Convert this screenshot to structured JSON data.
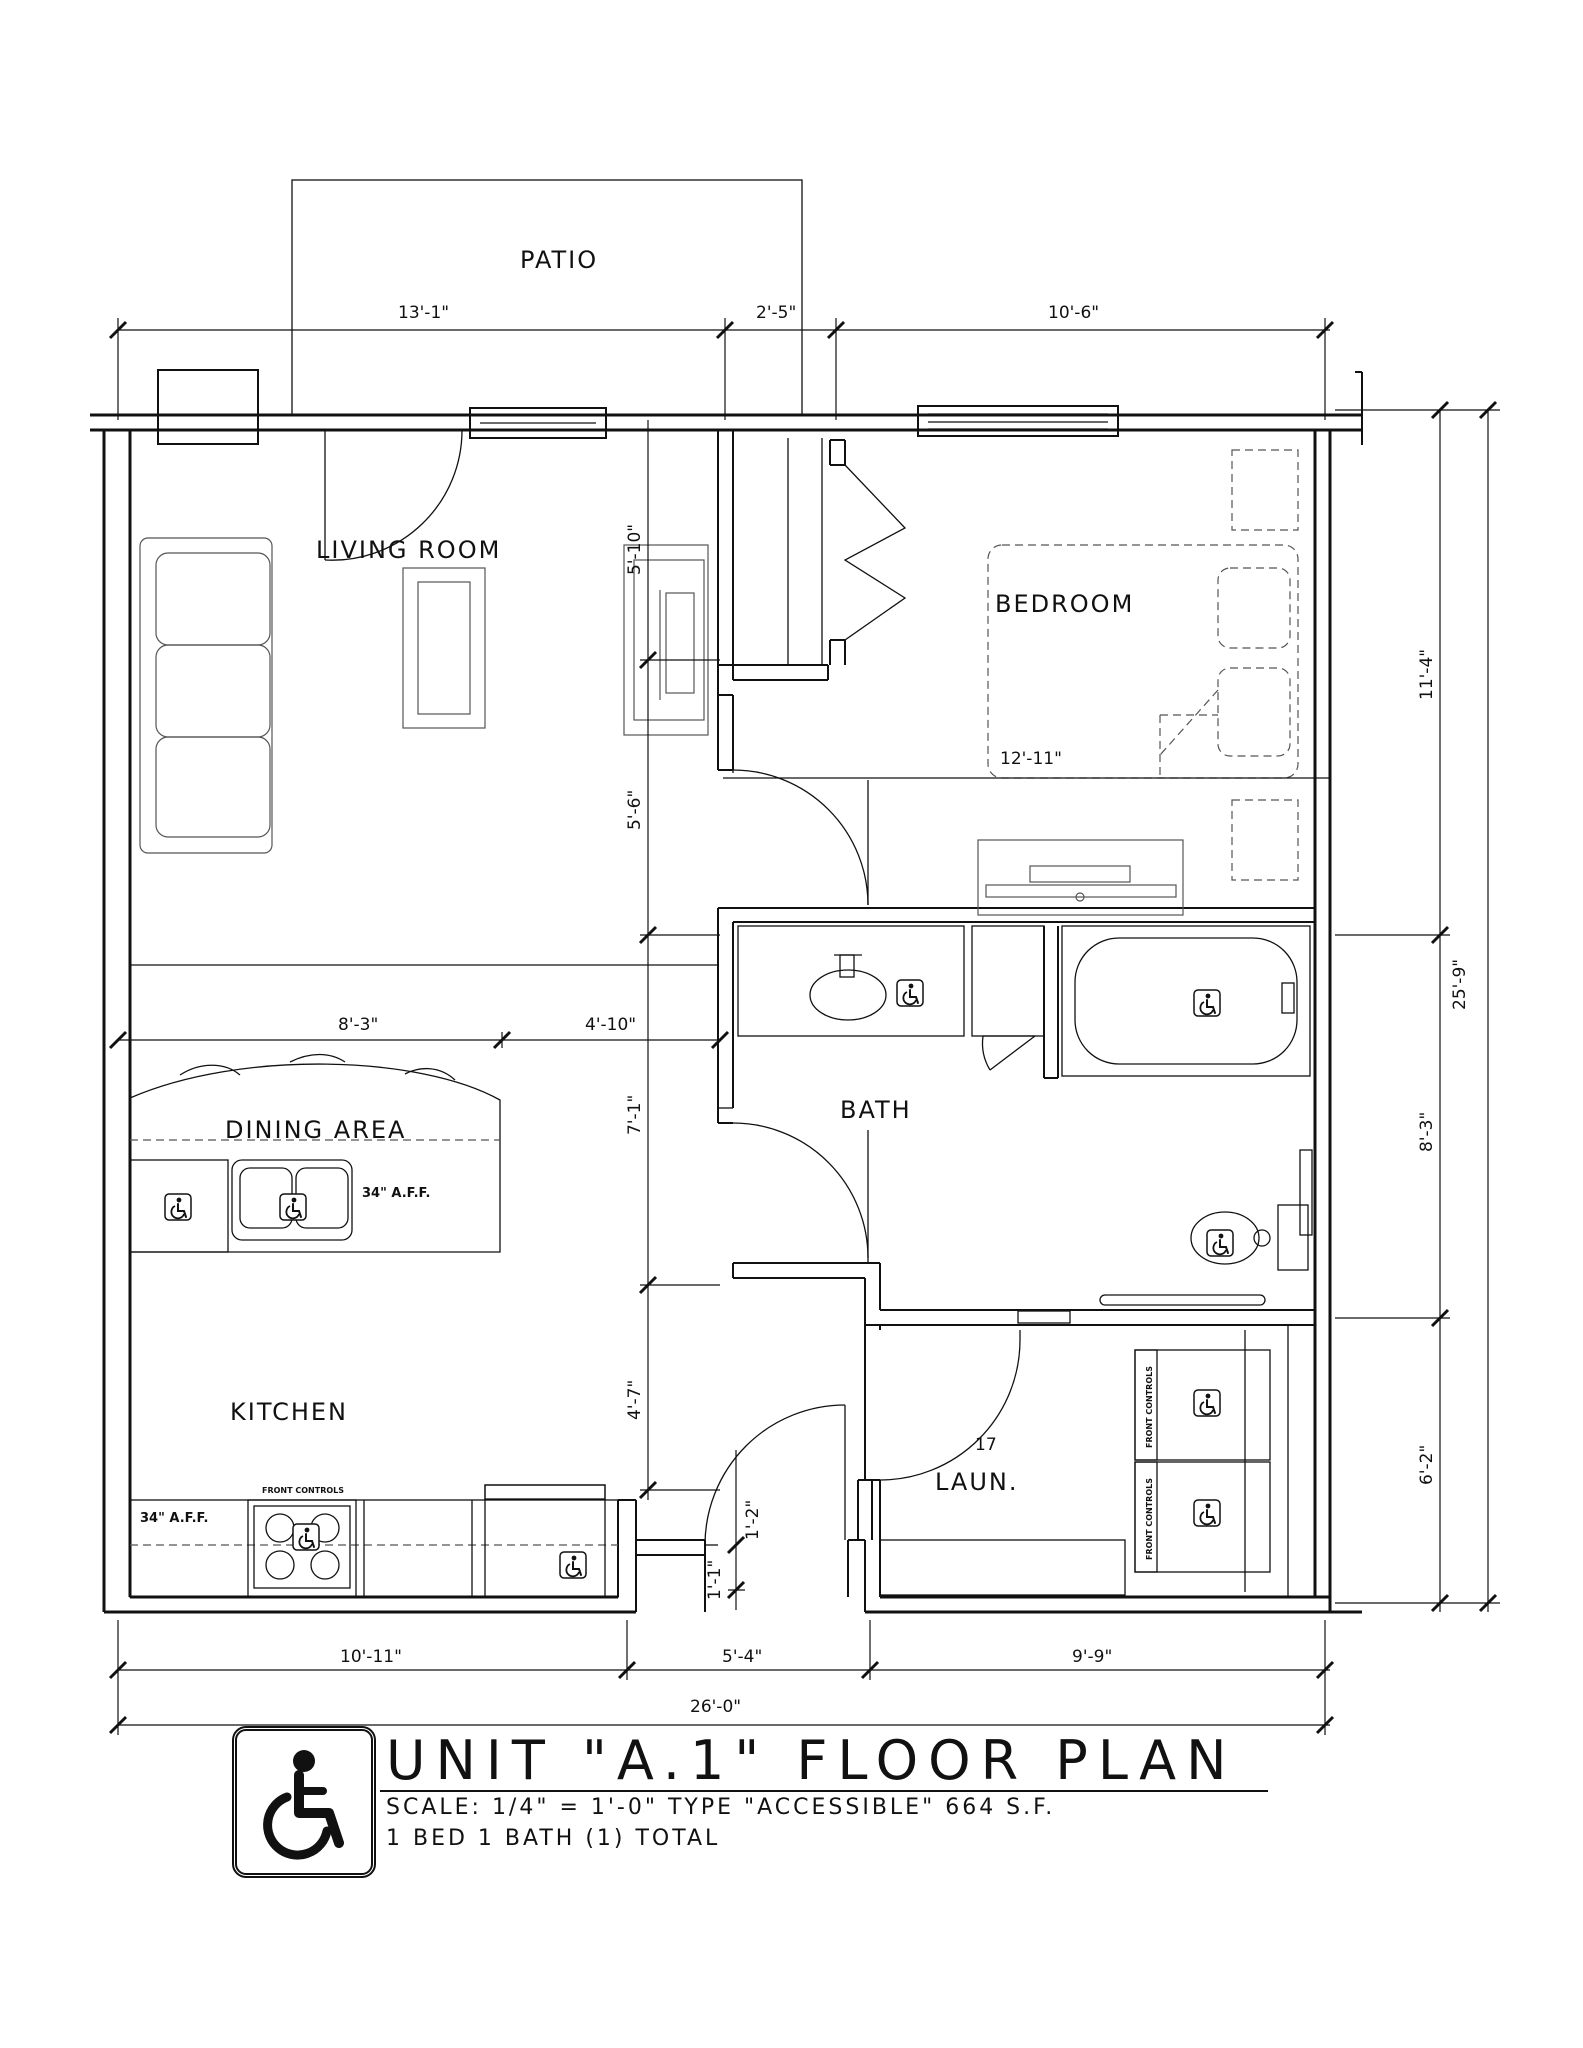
{
  "rooms": {
    "patio": "PATIO",
    "living_room": "LIVING ROOM",
    "bedroom": "BEDROOM",
    "dining_area": "DINING AREA",
    "bath": "BATH",
    "kitchen": "KITCHEN",
    "laundry": "LAUN."
  },
  "dimensions": {
    "top_left": "13'-1\"",
    "top_mid": "2'-5\"",
    "top_right": "10'-6\"",
    "right_total": "25'-9\"",
    "right_upper": "11'-4\"",
    "right_mid": "8'-3\"",
    "right_lower": "6'-2\"",
    "left_upper": "5'-10\"",
    "left_second": "5'-6\"",
    "left_third": "7'-1\"",
    "left_fourth": "4'-7\"",
    "dining_width": "8'-3\"",
    "dining_offset": "4'-10\"",
    "bedroom_depth": "12'-11\"",
    "entry_a": "1'-2\"",
    "entry_b": "1'-1\"",
    "bottom_left": "10'-11\"",
    "bottom_mid": "5'-4\"",
    "bottom_right": "9'-9\"",
    "bottom_total": "26'-0\""
  },
  "notes": {
    "island_counter": "34\" A.F.F.",
    "kitchen_counter": "34\" A.F.F.",
    "range_front": "FRONT CONTROLS",
    "washer_front": "FRONT CONTROLS",
    "dryer_front": "FRONT CONTROLS",
    "door_tag": "17"
  },
  "title_block": {
    "title": "UNIT \"A.1\" FLOOR PLAN",
    "scale_line": "SCALE: 1/4\" = 1'-0\"   TYPE \"ACCESSIBLE\" 664 S.F.",
    "unit_line": "1 BED 1 BATH (1) TOTAL"
  },
  "icons": {
    "accessibility": "wheelchair-icon"
  }
}
